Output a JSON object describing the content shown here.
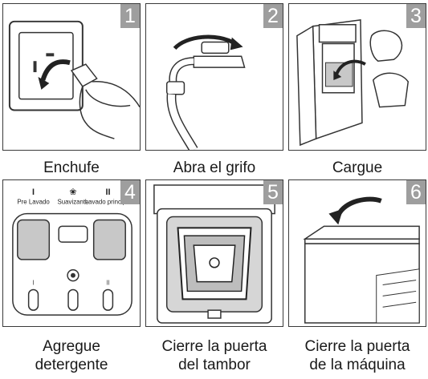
{
  "steps": [
    {
      "number": "1",
      "caption": "Enchufe"
    },
    {
      "number": "2",
      "caption": "Abra el grifo"
    },
    {
      "number": "3",
      "caption": "Cargue"
    },
    {
      "number": "4",
      "caption": "Agregue\ndetergente"
    },
    {
      "number": "5",
      "caption": "Cierre la puerta\ndel tambor"
    },
    {
      "number": "6",
      "caption": "Cierre la puerta\nde la máquina"
    }
  ],
  "dispenser": {
    "pre_wash_mark": "I",
    "pre_wash_label": "Pre Lavado",
    "softener_label": "Suavizante",
    "main_wash_mark": "II",
    "main_wash_label": "Lavado principal",
    "slot_marks": [
      "I",
      "",
      "II"
    ]
  },
  "colors": {
    "badge": "#9e9e9e",
    "line": "#3a3a3a",
    "fill_gray": "#c8c8c8"
  }
}
